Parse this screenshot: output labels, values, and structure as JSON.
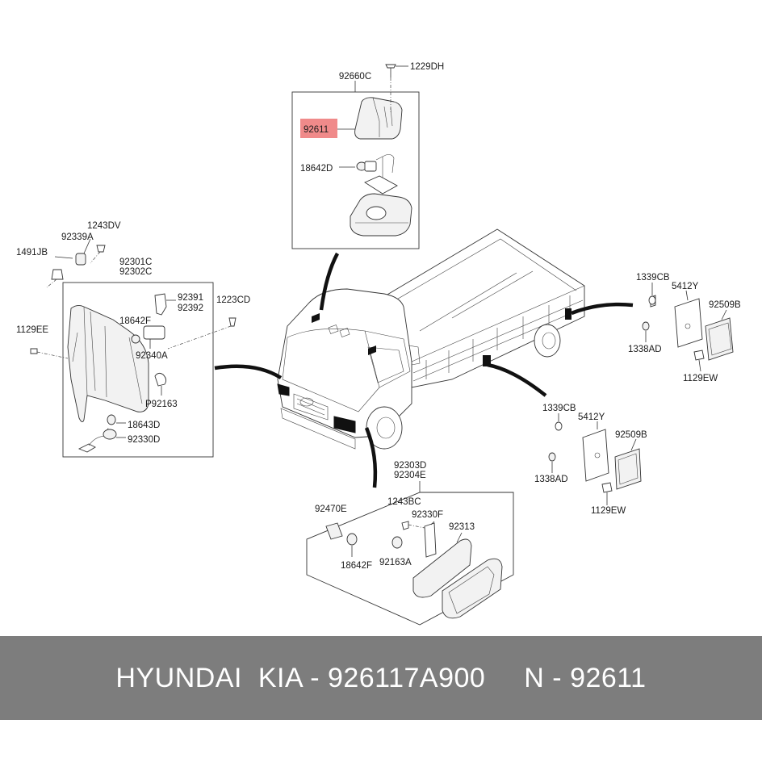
{
  "labels": {
    "p92660C": "92660C",
    "p1229DH": "1229DH",
    "p92611": "92611",
    "p18642D": "18642D",
    "p1243DV": "1243DV",
    "p92339A": "92339A",
    "p1491JB": "1491JB",
    "p92301C": "92301C",
    "p92302C": "92302C",
    "p92391": "92391",
    "p92392": "92392",
    "p1223CD": "1223CD",
    "p18642F_a": "18642F",
    "p1129EE": "1129EE",
    "p92340A": "92340A",
    "pP92163": "P92163",
    "p18643D": "18643D",
    "p92330D": "92330D",
    "p1339CB_a": "1339CB",
    "p5412Y_a": "5412Y",
    "p92509B_a": "92509B",
    "p1338AD_a": "1338AD",
    "p1129EW_a": "1129EW",
    "p1339CB_b": "1339CB",
    "p5412Y_b": "5412Y",
    "p92509B_b": "92509B",
    "p1338AD_b": "1338AD",
    "p1129EW_b": "1129EW",
    "p92303D": "92303D",
    "p92304E": "92304E",
    "p92470E": "92470E",
    "p1243BC": "1243BC",
    "p92330F": "92330F",
    "p92313": "92313",
    "p18642F_b": "18642F",
    "p92163A": "92163A"
  },
  "highlight_color": "#f08a8a",
  "footer": {
    "brand": "HYUNDAI  KIA - 926117A900",
    "ref": "N - 92611",
    "background": "#7d7d7d"
  }
}
